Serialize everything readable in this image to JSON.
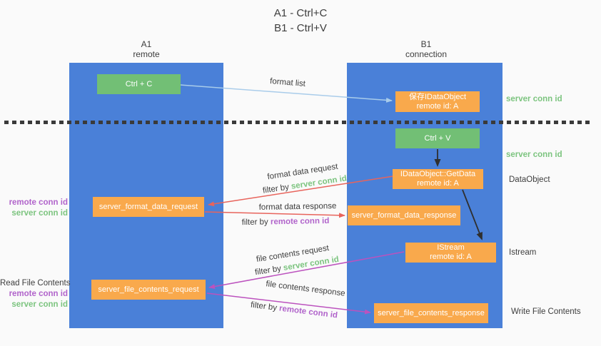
{
  "title": {
    "line1": "A1 - Ctrl+C",
    "line2": "B1 - Ctrl+V"
  },
  "lanes": {
    "left": {
      "name": "A1",
      "subtitle": "remote"
    },
    "right": {
      "name": "B1",
      "subtitle": "connection"
    }
  },
  "nodes": {
    "ctrl_c": "Ctrl + C",
    "save_dataobject": {
      "line1": "保存IDataObject",
      "line2": "remote id: A"
    },
    "ctrl_v": "Ctrl + V",
    "getdata": {
      "line1": "IDataObject::GetData",
      "line2": "remote id: A"
    },
    "format_request": "server_format_data_request",
    "format_response": "server_format_data_response",
    "istream": {
      "line1": "IStream",
      "line2": "remote id: A"
    },
    "file_request": "server_file_contents_request",
    "file_response": "server_file_contents_response"
  },
  "labels": {
    "format_list": "format list",
    "format_data_request": "format data request",
    "format_data_response": "format data response",
    "file_contents_request": "file contents request",
    "file_contents_response": "file contents response",
    "filter_by": "filter by",
    "server_conn_id": "server conn id",
    "remote_conn_id": "remote conn id",
    "read_file_contents": "Read File Contents",
    "write_file_contents": "Write File Contents",
    "dataobject": "DataObject",
    "istream": "Istream"
  },
  "colors": {
    "lane_blue": "#4a80d8",
    "node_orange": "#f9a94c",
    "node_green": "#72bf75",
    "arrow_red": "#e8645c",
    "arrow_magenta": "#bc52be",
    "arrow_blue": "#a9ccea",
    "arrow_black": "#2f2f2f",
    "text_green": "#7cc47f",
    "text_purple": "#b164cb"
  }
}
